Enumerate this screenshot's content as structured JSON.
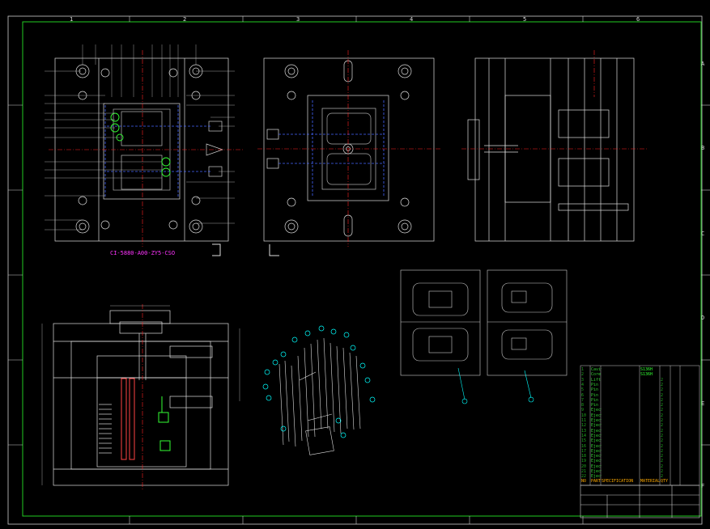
{
  "drawing": {
    "part_code": "CI-5880-A00-ZY5-CSO",
    "sheet_columns": [
      "1",
      "2",
      "3",
      "4",
      "5",
      "6"
    ],
    "sheet_rows": [
      "A",
      "B",
      "C",
      "D",
      "E",
      "F"
    ],
    "colors": {
      "background": "#000000",
      "outline": "#ffffff",
      "border": "#22cc22",
      "centerline": "#ff2020",
      "cooling": "#4466ff",
      "ejector": "#ff4444",
      "balloon": "#00ffff",
      "label": "#ff33ff",
      "highlight": "#33ff33"
    }
  },
  "bom": {
    "header": [
      "NO",
      "PART NAME",
      "SPECIFICATION",
      "MATERIAL",
      "QTY"
    ],
    "rows": [
      [
        "1",
        "Cavity Insert",
        "",
        "S136H",
        ""
      ],
      [
        "2",
        "Core Insert",
        "",
        "S136H",
        ""
      ],
      [
        "3",
        "Lift Sub Block",
        "",
        "",
        "2"
      ],
      [
        "4",
        "Pin",
        "",
        "",
        "2"
      ],
      [
        "5",
        "Pin",
        "",
        "",
        "2"
      ],
      [
        "6",
        "Pin",
        "",
        "",
        "2"
      ],
      [
        "7",
        "Pin",
        "",
        "",
        "2"
      ],
      [
        "8",
        "Pin",
        "",
        "",
        "2"
      ],
      [
        "9",
        "Ejector Pin",
        "",
        "",
        "2"
      ],
      [
        "10",
        "Ejector Pin",
        "",
        "",
        "2"
      ],
      [
        "11",
        "Ejector Pin",
        "",
        "",
        "2"
      ],
      [
        "12",
        "Ejector Pin",
        "",
        "",
        "2"
      ],
      [
        "13",
        "Ejector Pin",
        "",
        "",
        "2"
      ],
      [
        "14",
        "Ejector Pin",
        "",
        "",
        "2"
      ],
      [
        "15",
        "Ejector Pin",
        "",
        "",
        "2"
      ],
      [
        "16",
        "Ejector Pin",
        "",
        "",
        "2"
      ],
      [
        "17",
        "Ejector Pin",
        "",
        "",
        "2"
      ],
      [
        "18",
        "Ejector Pin",
        "",
        "",
        "2"
      ],
      [
        "19",
        "Ejector Pin",
        "",
        "",
        "2"
      ],
      [
        "20",
        "Ejector Pin",
        "",
        "",
        "2"
      ],
      [
        "21",
        "Ejector Pin",
        "",
        "",
        "2"
      ],
      [
        "22",
        "Ejector Pin",
        "",
        "",
        "2"
      ]
    ]
  }
}
